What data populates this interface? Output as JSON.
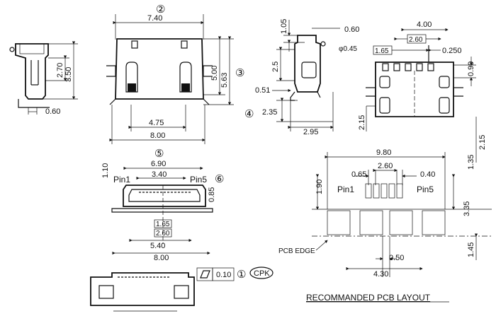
{
  "callouts": {
    "c1": "①",
    "c2": "②",
    "c3": "③",
    "c4": "④",
    "c5": "⑤",
    "c6": "⑥"
  },
  "side_view": {
    "height_270": "2.70",
    "height_350": "3.50",
    "foot_060": "0.60"
  },
  "front_view": {
    "width_740": "7.40",
    "height_500": "5.00",
    "height_563": "5.63",
    "width_475": "4.75",
    "width_800": "8.00"
  },
  "side_detail": {
    "d_105": "1.05",
    "d_060": "0.60",
    "d_phi045": "φ0.45",
    "d_25": "2.5",
    "d_051": "0.51",
    "d_235": "2.35",
    "d_295": "2.95"
  },
  "top_view": {
    "d_400": "4.00",
    "d_260": "2.60",
    "d_165": "1.65",
    "d_0250": "0.250",
    "d_090": "0.90",
    "d_215a": "2.15",
    "d_215b": "2.15"
  },
  "bottom_front": {
    "d_690": "6.90",
    "d_110": "1.10",
    "d_340": "3.40",
    "pin1": "Pin1",
    "pin5": "Pin5",
    "d_085": "0.85",
    "d_165": "1.65",
    "d_260": "2.60",
    "d_540": "5.40",
    "d_800": "8.00"
  },
  "tolerance": {
    "flatness_value": "0.10",
    "cpk": "CPK"
  },
  "pcb_layout": {
    "title": "RECOMMANDED PCB LAYOUT",
    "d_980": "9.80",
    "d_135": "1.35",
    "d_065": "0.65",
    "d_260": "2.60",
    "d_040": "0.40",
    "d_190": "1.90",
    "pin1": "Pin1",
    "pin5": "Pin5",
    "d_335": "3.35",
    "pcb_edge": "PCB EDGE",
    "d_050": "0.50",
    "d_430": "4.30",
    "d_145": "1.45"
  }
}
